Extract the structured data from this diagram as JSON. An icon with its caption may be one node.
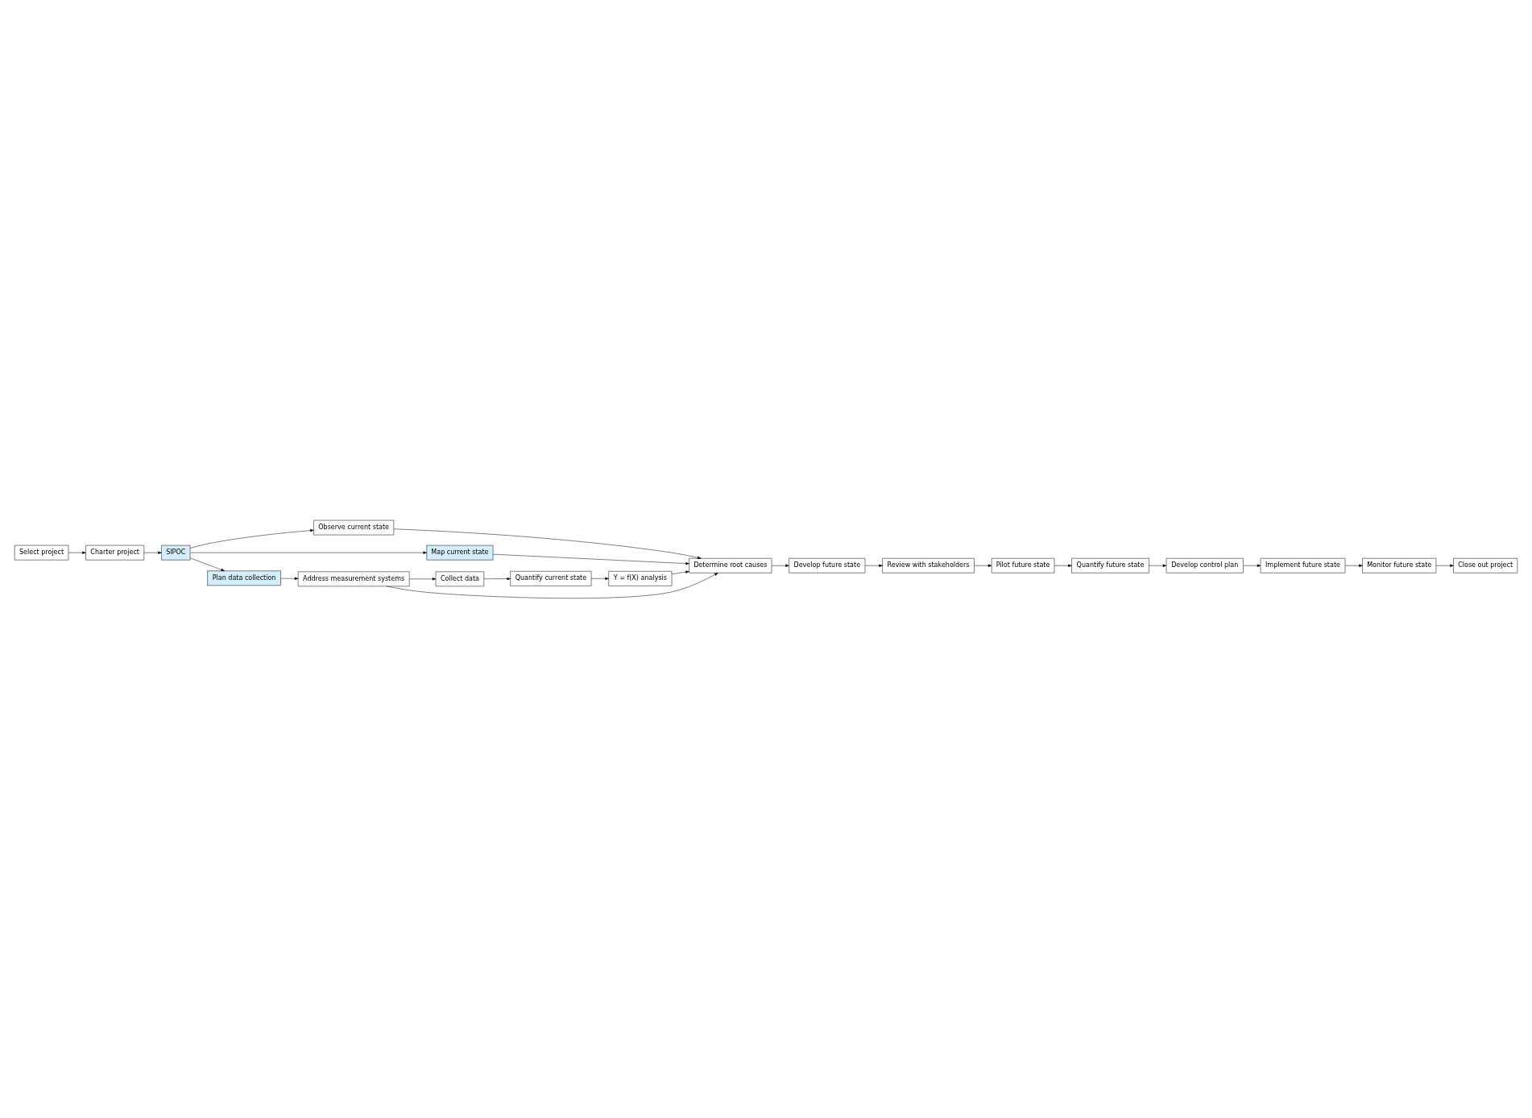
{
  "diagram": {
    "nodes": [
      {
        "text": [
          "Select project"
        ]
      },
      {
        "text": [
          "Charter project"
        ]
      },
      {
        "text": [
          "SIPOC"
        ]
      },
      {
        "text": [
          "Observe current state"
        ]
      },
      {
        "text": [
          "Map current state"
        ]
      },
      {
        "text": [
          "Plan data collection"
        ]
      },
      {
        "text": [
          "Address measurement systems"
        ]
      },
      {
        "text": [
          "Collect data"
        ]
      },
      {
        "text": [
          "Quantify current state"
        ]
      },
      {
        "text": [
          "Determine root causes"
        ]
      },
      {
        "text": [
          "Y = f(X) analysis"
        ]
      },
      {
        "text": [
          "Develop future state"
        ]
      },
      {
        "text": [
          "Review with stakeholders"
        ]
      },
      {
        "text": [
          "Pilot future state"
        ]
      },
      {
        "text": [
          "Quantify future state"
        ]
      },
      {
        "text": [
          "Develop control plan"
        ]
      },
      {
        "text": [
          "Implement future state"
        ]
      },
      {
        "text": [
          "Monitor future state"
        ]
      },
      {
        "text": [
          "Close out project"
        ]
      }
    ],
    "edges": [
      {
        "from": 0,
        "to": 1,
        "arrow": "to"
      },
      {
        "from": 1,
        "to": 2,
        "arrow": "to"
      },
      {
        "from": 2,
        "to": 3,
        "arrow": "to"
      },
      {
        "from": 2,
        "to": 4,
        "arrow": "to"
      },
      {
        "from": 2,
        "to": 5,
        "arrow": "to"
      },
      {
        "from": 3,
        "to": 9,
        "arrow": "to"
      },
      {
        "from": 4,
        "to": 9,
        "arrow": "to"
      },
      {
        "from": 5,
        "to": 6,
        "arrow": "to"
      },
      {
        "from": 6,
        "to": 9,
        "arrow": "to"
      },
      {
        "from": 6,
        "to": 7,
        "arrow": "to"
      },
      {
        "from": 7,
        "to": 8,
        "arrow": "to"
      },
      {
        "from": 8,
        "to": 10,
        "arrow": "to"
      },
      {
        "from": 10,
        "to": 9,
        "arrow": "to"
      },
      {
        "from": 9,
        "to": 11,
        "arrow": "to"
      },
      {
        "from": 11,
        "to": 12,
        "arrow": "to"
      },
      {
        "from": 12,
        "to": 13,
        "arrow": "to"
      },
      {
        "from": 13,
        "to": 14,
        "arrow": "to"
      },
      {
        "from": 14,
        "to": 15,
        "arrow": "to"
      },
      {
        "from": 15,
        "to": 16,
        "arrow": "to"
      },
      {
        "from": 16,
        "to": 17,
        "arrow": "to"
      },
      {
        "from": 17,
        "to": 18,
        "arrow": "to"
      }
    ]
  }
}
